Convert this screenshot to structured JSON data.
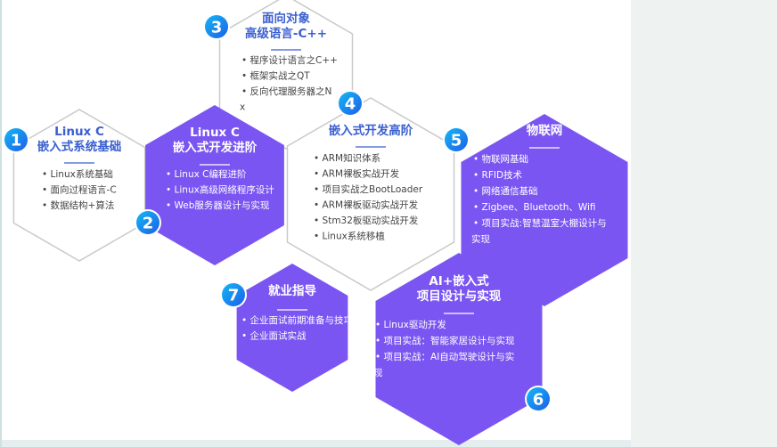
{
  "hexagons": [
    {
      "id": "1",
      "number": "1",
      "style": "white",
      "title": [
        "Linux C",
        "嵌入式系统基础"
      ],
      "items": [
        "Linux系统基础",
        "面向过程语言-C",
        "数据结构+算法"
      ]
    },
    {
      "id": "2",
      "number": "2",
      "style": "purple",
      "title": [
        "Linux C",
        "嵌入式开发进阶"
      ],
      "items": [
        "Linux C编程进阶",
        "Linux高级网络程序设计",
        "Web服务器设计与实现"
      ]
    },
    {
      "id": "3",
      "number": "3",
      "style": "white",
      "title": [
        "面向对象",
        "高级语言-C++"
      ],
      "items": [
        "程序设计语言之C++",
        "框架实战之QT",
        "反向代理服务器之N",
        "x"
      ]
    },
    {
      "id": "4",
      "number": "4",
      "style": "white",
      "title": [
        "嵌入式开发高阶"
      ],
      "items": [
        "ARM知识体系",
        "ARM裸板实战开发",
        "项目实战之BootLoader",
        "ARM裸板驱动实战开发",
        "Stm32板驱动实战开发",
        "Linux系统移植"
      ]
    },
    {
      "id": "5",
      "number": "5",
      "style": "purple",
      "title": [
        "物联网"
      ],
      "items": [
        "物联网基础",
        "RFID技术",
        "网络通信基础",
        "Zigbee、Bluetooth、Wifi",
        "项目实战:智慧温室大棚设计与",
        "实现"
      ]
    },
    {
      "id": "6",
      "number": "6",
      "style": "purple",
      "title": [
        "AI+嵌入式",
        "项目设计与实现"
      ],
      "items": [
        "Linux驱动开发",
        "项目实战：智能家居设计与实现",
        "项目实战：AI自动驾驶设计与实",
        "现"
      ]
    },
    {
      "id": "7",
      "number": "7",
      "style": "purple",
      "title": [
        "就业指导"
      ],
      "items": [
        "企业面试前期准备与技巧",
        "企业面试实战"
      ]
    }
  ],
  "colors": {
    "purple": "#7a55f1",
    "title_blue": "#3a5fd0",
    "badge_start": "#14b8f5",
    "badge_end": "#1d5fe8"
  }
}
